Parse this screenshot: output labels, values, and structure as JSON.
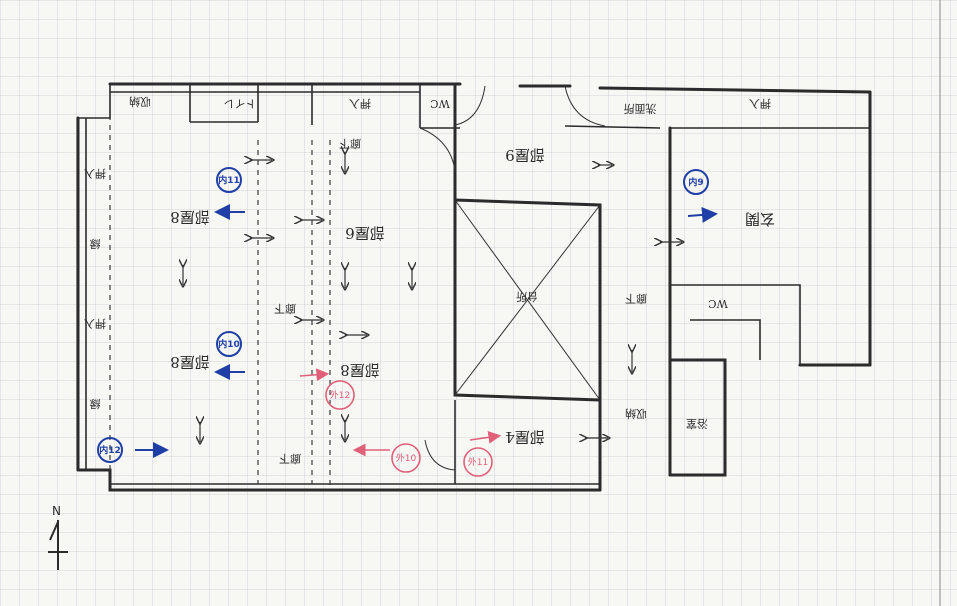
{
  "badges": {
    "n9": "内9",
    "n10": "内10",
    "n11": "内11",
    "n12": "内12",
    "g10": "外10",
    "g11": "外11",
    "g12": "外12"
  },
  "rooms": {
    "r1": "部屋8",
    "r2": "部屋8",
    "r3": "部屋8",
    "r4": "部屋9",
    "r5": "部屋6",
    "r6": "部屋4",
    "r7": "玄関",
    "r8": "廊下",
    "r9": "廊下",
    "r10": "廊下",
    "r11": "廊下",
    "r12": "トイレ",
    "r13": "洗面所",
    "r14": "押入",
    "r15": "押入",
    "r16": "押入",
    "r17": "押入",
    "r18": "WC",
    "r19": "WC",
    "r20": "浴室",
    "r21": "収納",
    "r22": "収納",
    "r23": "縁",
    "r24": "縁",
    "r25": "台所"
  },
  "compass": {
    "label": "N"
  },
  "colors": {
    "ink": "#2b2b2b",
    "blue": "#1f3fa6",
    "pink": "#e0607a",
    "grid": "#c9cbd0"
  }
}
